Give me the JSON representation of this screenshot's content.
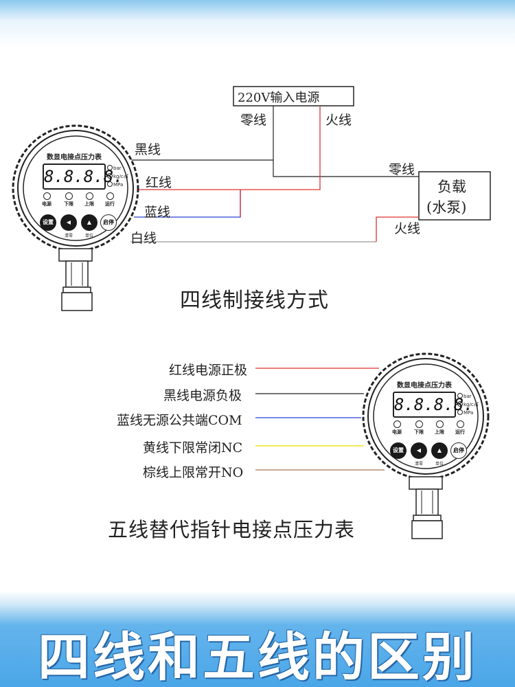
{
  "diagram1": {
    "power_box": "220V输入电源",
    "neutral_top": "零线",
    "live_top": "火线",
    "wire_black": "黑线",
    "wire_red": "红线",
    "wire_blue": "蓝线",
    "wire_white": "白线",
    "load_neutral": "零线",
    "load_line1": "负载",
    "load_line2": "(水泵)",
    "load_live": "火线",
    "caption": "四线制接线方式"
  },
  "diagram2": {
    "wires": [
      {
        "label": "红线电源正极",
        "color": "#e03030"
      },
      {
        "label": "黑线电源负极",
        "color": "#222222"
      },
      {
        "label": "蓝线无源公共端COM",
        "color": "#2840d0"
      },
      {
        "label": "黄线下限常闭NC",
        "color": "#f0e020"
      },
      {
        "label": "棕线上限常开NO",
        "color": "#a07850"
      }
    ],
    "caption": "五线替代指针电接点压力表"
  },
  "gauge": {
    "title": "数显电接点压力表",
    "display": "8.8.8.8.",
    "units": [
      "bar",
      "kg/c㎡",
      "MPa"
    ],
    "indicators": [
      "电源",
      "下限",
      "上限",
      "运行"
    ],
    "buttons": [
      "设置",
      "◀",
      "▲",
      "启停"
    ],
    "button_subs": [
      "清零",
      "单位"
    ]
  },
  "banner": {
    "title": "四线和五线的区别"
  },
  "colors": {
    "red_wire": "#e03030",
    "blue_wire": "#2840d0",
    "black_wire": "#222222",
    "white_wire": "#9a9a9a",
    "banner_blue": "#4aa6e8"
  }
}
